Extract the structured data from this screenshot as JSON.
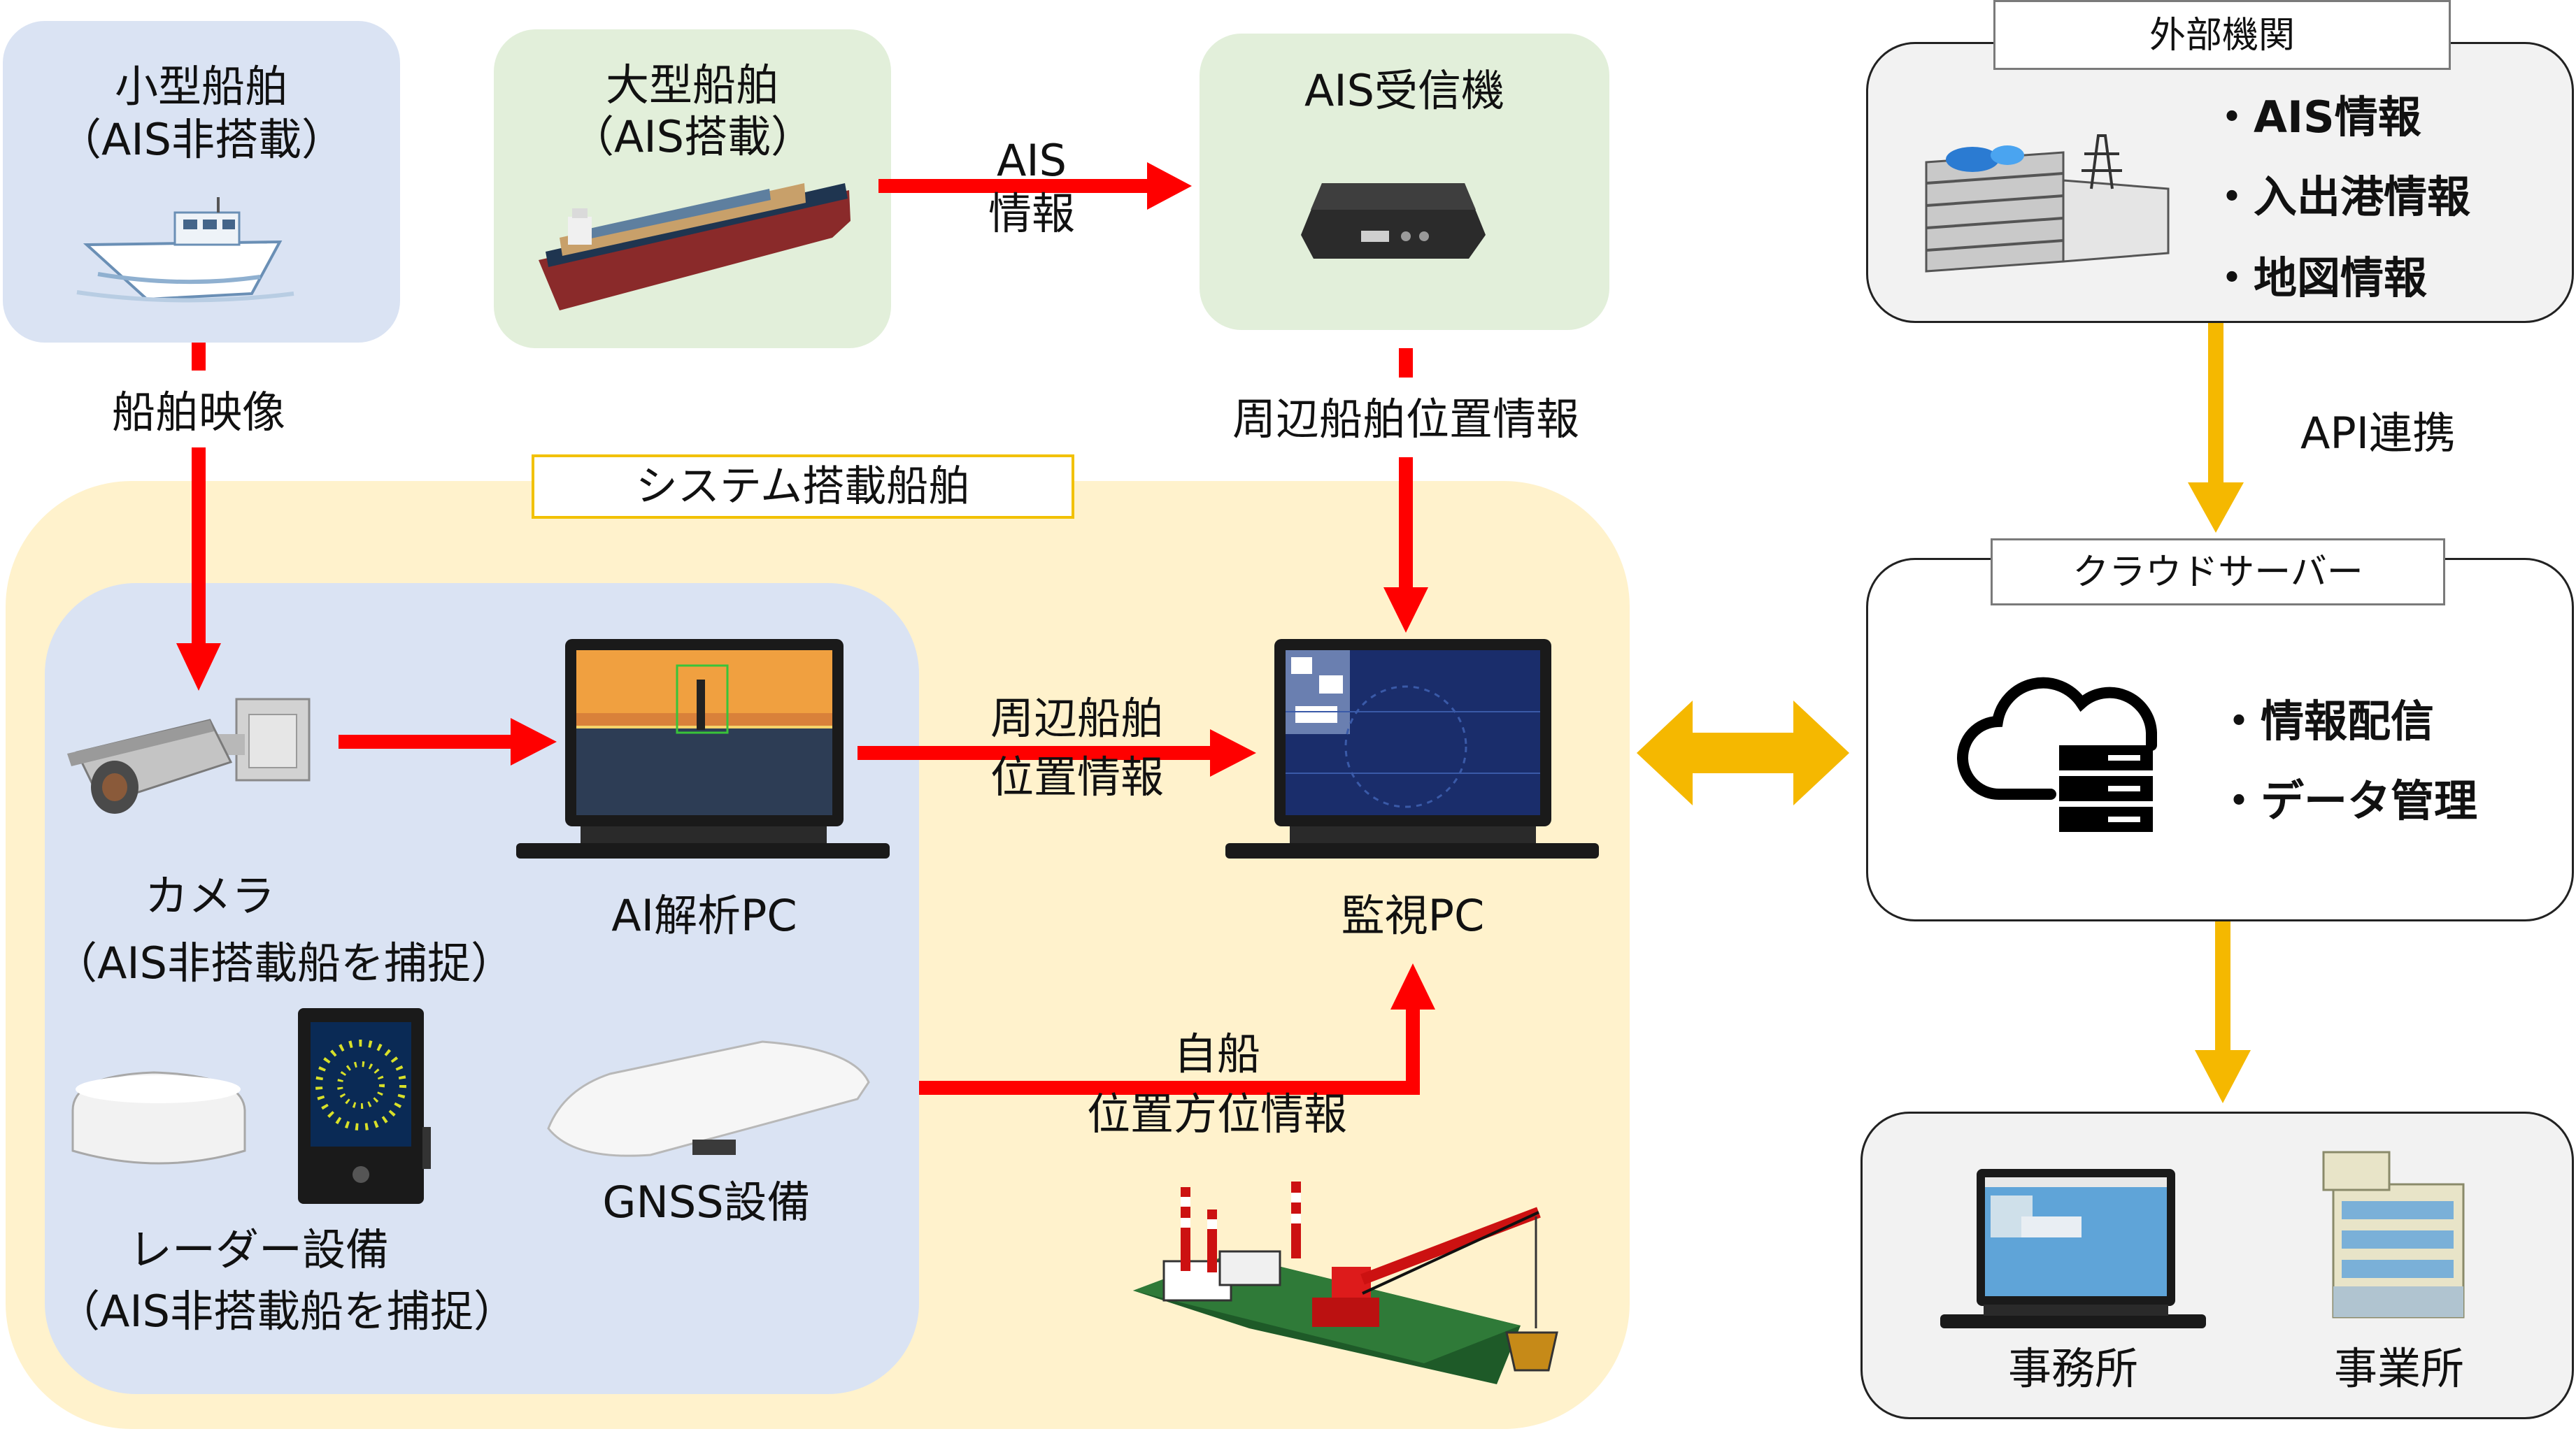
{
  "colors": {
    "red_arrow": "#ff0000",
    "yellow_arrow": "#f5b800",
    "blue_box": "#dae3f3",
    "green_box": "#e2efda",
    "system_area": "#fff2cc",
    "right_box_bg": "#f2f2f2"
  },
  "small_ship": {
    "title": "小型船舶",
    "subtitle": "（AIS非搭載）",
    "icon": "small-boat-photo"
  },
  "large_ship": {
    "title": "大型船舶",
    "subtitle": "（AIS搭載）",
    "icon": "container-ship-photo"
  },
  "ais_receiver": {
    "title": "AIS受信機",
    "icon": "receiver-device"
  },
  "edges": {
    "ais_info_line1": "AIS",
    "ais_info_line2": "情報",
    "ship_video": "船舶映像",
    "nearby_position": "周辺船舶位置情報",
    "pc_link_line1": "周辺船舶",
    "pc_link_line2": "位置情報",
    "own_ship_line1": "自船",
    "own_ship_line2": "位置方位情報",
    "api_link": "API連携"
  },
  "system_ship": {
    "label": "システム搭載船舶",
    "camera": {
      "label": "カメラ",
      "sublabel": "（AIS非搭載船を捕捉）",
      "icon": "camera-icon"
    },
    "ai_pc": {
      "label": "AI解析PC",
      "icon": "laptop-icon"
    },
    "monitor_pc": {
      "label": "監視PC",
      "icon": "laptop-icon"
    },
    "radar": {
      "label": "レーダー設備",
      "sublabel": "（AIS非搭載船を捕捉）",
      "icon": "radar-icon"
    },
    "gnss": {
      "label": "GNSS設備",
      "icon": "gnss-antenna-icon"
    },
    "vessel": {
      "icon": "crane-vessel-illustration"
    }
  },
  "external": {
    "label": "外部機関",
    "items": [
      "・AIS情報",
      "・入出港情報",
      "・地図情報"
    ],
    "icon": "buildings-icon"
  },
  "cloud": {
    "label": "クラウドサーバー",
    "items": [
      "・情報配信",
      "・データ管理"
    ],
    "icon": "cloud-server-icon"
  },
  "offices": {
    "items": [
      {
        "label": "事務所",
        "icon": "laptop-map-icon"
      },
      {
        "label": "事業所",
        "icon": "office-building-icon"
      }
    ]
  }
}
